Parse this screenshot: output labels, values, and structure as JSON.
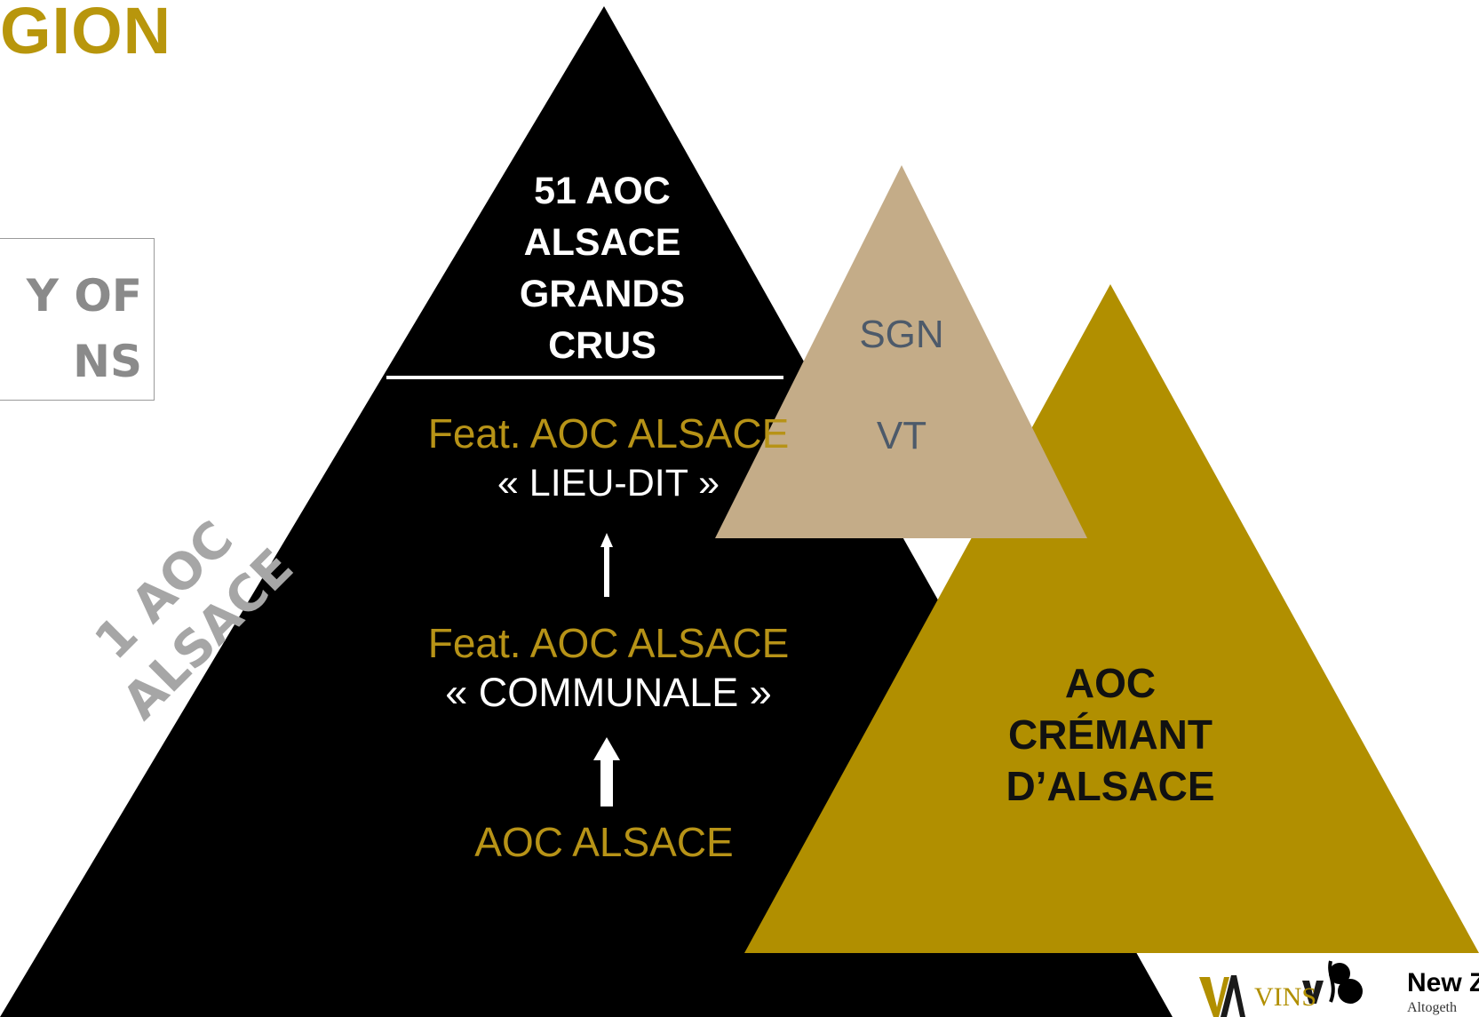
{
  "header": {
    "title_fragment": "GION",
    "title_color": "#b8960c"
  },
  "subtitle_box": {
    "line1": "Y OF",
    "line2": "NS"
  },
  "side_label": {
    "line1": "1 AOC",
    "line2": "ALSACE"
  },
  "pyramid": {
    "top_tier": [
      "51 AOC",
      "ALSACE",
      "GRANDS",
      "CRUS"
    ],
    "lieu_dit": {
      "feat": "Feat. AOC ALSACE",
      "name": "« LIEU-DIT »"
    },
    "communale": {
      "feat": "Feat. AOC ALSACE",
      "name": "« COMMUNALE »"
    },
    "base": "AOC ALSACE"
  },
  "mentions": {
    "sgn": "SGN",
    "vt": "VT"
  },
  "cremant": {
    "line1": "AOC",
    "line2": "CRÉMANT",
    "line3": "D’ALSACE"
  },
  "logos": {
    "vins_alsace": "VINS",
    "new_zealand": "New Z",
    "new_zealand_tagline": "Altogeth"
  },
  "colors": {
    "black": "#000000",
    "gold": "#b18f00",
    "gold_text": "#b79317",
    "beige": "#c4ac88",
    "grey_text": "#8a8a8a",
    "slate_text": "#4d5a6a"
  }
}
